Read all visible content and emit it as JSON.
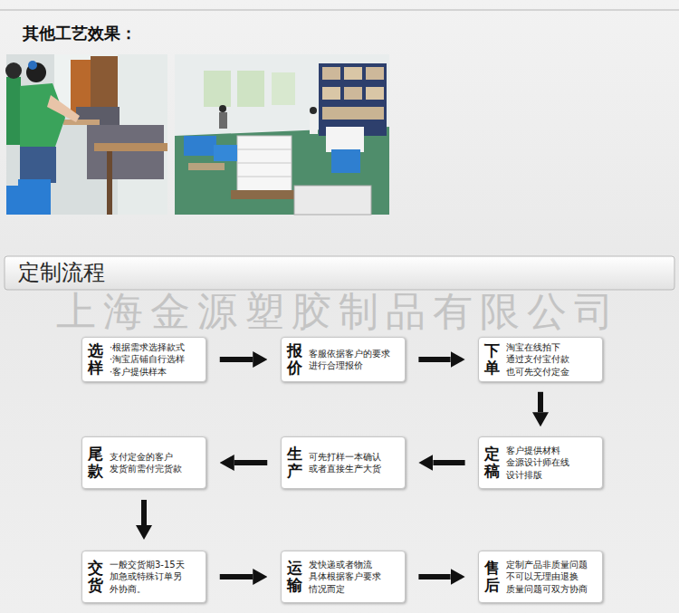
{
  "diagram": {
    "title": "定制流程",
    "nodes": [
      {
        "text": [
          "选样",
          "·根据需求选择款式",
          "·淘宝店铺自行选样",
          "·客户提供样本"
        ]
      },
      {
        "text": [
          "报价",
          "客服依据客户的要求 进行合理报价"
        ]
      },
      {
        "text": [
          "下单",
          "淘宝在线拍下 通过支付宝付款 也可先交付定金"
        ]
      },
      {
        "text": [
          "定稿",
          "客户提供材料 金源设计师在线 设计排版"
        ]
      },
      {
        "text": [
          "生产",
          "可先打样一本确认 或者直接生产大货"
        ]
      },
      {
        "text": [
          "尾款",
          "支付定金的客户 发货前需付完货款"
        ]
      },
      {
        "text": [
          "交货",
          "一般交货期3-15天 加急或特殊订单另 外协商。"
        ]
      },
      {
        "text": [
          "运输",
          "发快递或者物流 具体根据客户要求 情况而定"
        ]
      },
      {
        "text": [
          "售后",
          "定制产品非质量问题 不可以无理由退换 质量问题可双方协商"
        ]
      }
    ],
    "edges": [
      {
        "from": 0,
        "to": 1,
        "arrow": "to"
      },
      {
        "from": 1,
        "to": 2,
        "arrow": "to"
      },
      {
        "from": 2,
        "to": 3,
        "arrow": "to"
      },
      {
        "from": 3,
        "to": 4,
        "arrow": "to"
      },
      {
        "from": 4,
        "to": 5,
        "arrow": "to"
      },
      {
        "from": 5,
        "to": 6,
        "arrow": "to"
      },
      {
        "from": 6,
        "to": 7,
        "arrow": "to"
      },
      {
        "from": 7,
        "to": 8,
        "arrow": "to"
      }
    ],
    "labels": [
      "其他工艺效果：",
      "上海金源塑胶制品有限公司"
    ]
  }
}
